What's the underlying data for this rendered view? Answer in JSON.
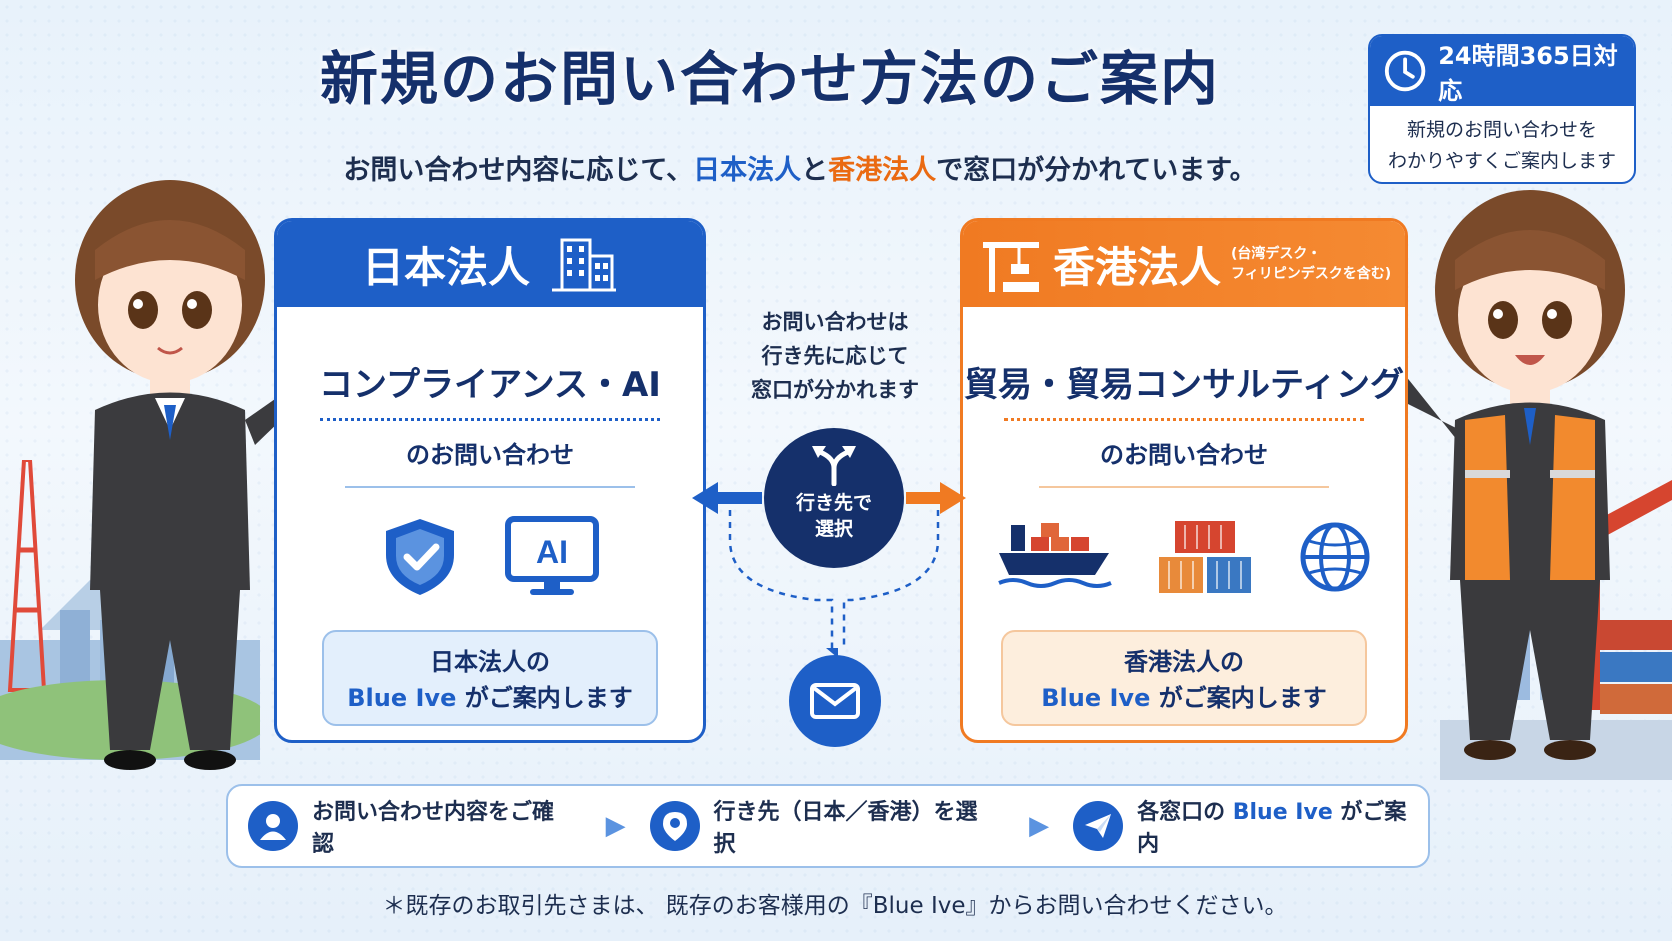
{
  "title": "新規のお問い合わせ方法のご案内",
  "subtitle": {
    "part1": "お問い合わせ内容に応じて、",
    "jp": "日本法人",
    "part2": "と",
    "hk": "香港法人",
    "part3": "で窓口が分かれています。"
  },
  "badge": {
    "head": "24時間365日対応",
    "line1": "新規のお問い合わせを",
    "line2": "わかりやすくご案内します",
    "icon": "clock-icon"
  },
  "jp_card": {
    "heading": "日本法人",
    "topic": "コンプライアンス・AI",
    "sub": "のお問い合わせ",
    "icon_ai_label": "AI",
    "guide_line1": "日本法人の",
    "guide_brand": "Blue Ive",
    "guide_tail": " がご案内します",
    "icons": [
      "building-icon",
      "shield-check-icon",
      "ai-monitor-icon"
    ]
  },
  "hk_card": {
    "heading": "香港法人",
    "note_line1": "(台湾デスク・",
    "note_line2": "フィリピンデスクを含む)",
    "topic": "貿易・貿易コンサルティング",
    "sub": "のお問い合わせ",
    "guide_line1": "香港法人の",
    "guide_brand": "Blue Ive",
    "guide_tail": " がご案内します",
    "icons": [
      "crane-icon",
      "cargo-ship-icon",
      "containers-icon",
      "globe-icon"
    ]
  },
  "center": {
    "line1": "お問い合わせは",
    "line2": "行き先に応じて",
    "line3": "窓口が分かれます",
    "select_line1": "行き先で",
    "select_line2": "選択",
    "icons": [
      "split-arrow-icon",
      "mail-icon"
    ]
  },
  "steps": [
    {
      "icon": "user-icon",
      "label": "お問い合わせ内容をご確認"
    },
    {
      "icon": "location-pin-icon",
      "label": "行き先（日本／香港）を選択"
    },
    {
      "icon": "send-icon",
      "label_pre": "各窓口の ",
      "label_brand": "Blue Ive",
      "label_post": " がご案内"
    }
  ],
  "footnote": "＊既存のお取引先さまは、 既存のお客様用の『Blue Ive』からお問い合わせください。",
  "colors": {
    "navy": "#15306b",
    "blue": "#1e5fc7",
    "orange": "#f07a22"
  }
}
